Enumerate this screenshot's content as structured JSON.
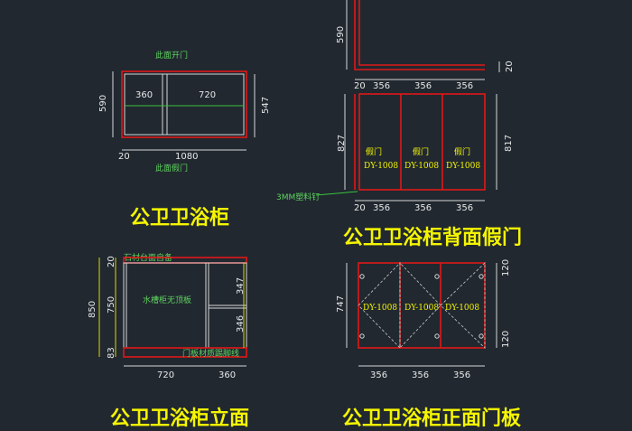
{
  "plan": {
    "note_top": "此面开门",
    "note_bottom": "此面假门",
    "dim_left": "590",
    "dim_right": "547",
    "dim_a": "360",
    "dim_b": "720",
    "dim_total": "1080",
    "dim_edge": "20",
    "title": "公卫卫浴柜"
  },
  "back": {
    "dim_height_top": "590",
    "dim_thick": "20",
    "dims_top": [
      "20",
      "356",
      "356",
      "356"
    ],
    "dim_left": "827",
    "dim_right": "817",
    "panel_top": "假门",
    "panel_code": "DY-1008",
    "dims_bottom": [
      "20",
      "356",
      "356",
      "356"
    ],
    "screw_note": "3MM塑料钉",
    "title": "公卫卫浴柜背面假门"
  },
  "elev": {
    "note_top": "石材台面自备",
    "note_sink": "水槽柜无顶板",
    "note_bottom": "门板材质踢脚线",
    "dim_850": "850",
    "dim_750": "750",
    "dim_20": "20",
    "dim_83": "83",
    "dim_347": "347",
    "dim_346": "346",
    "dim_720": "720",
    "dim_360": "360",
    "title": "公卫卫浴柜立面"
  },
  "front": {
    "dim_747": "747",
    "dim_120_top": "120",
    "dim_120_bot": "120",
    "panel_code": "DY-1008",
    "dims_bottom": [
      "356",
      "356",
      "356"
    ],
    "title": "公卫卫浴柜正面门板"
  }
}
